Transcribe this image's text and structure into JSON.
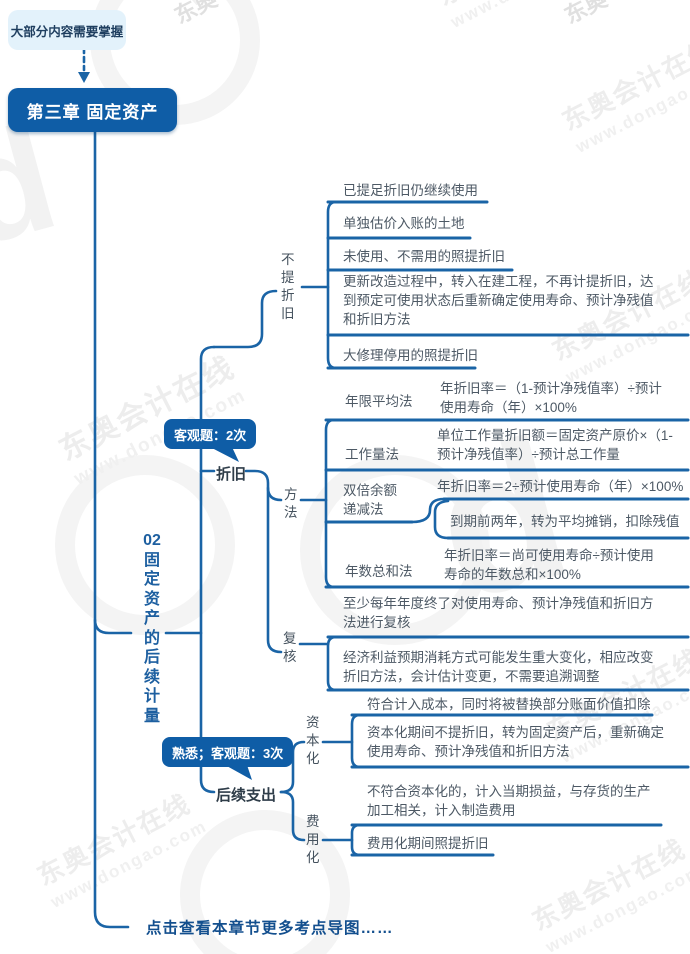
{
  "top_note": "大部分内容需要掌握",
  "chapter_title": "第三章 固定资产",
  "root_label": "02固定资产的后续计量",
  "footer_link": "点击查看本章节更多考点导图……",
  "watermark": {
    "brand": "东奥会计在线",
    "url": "www.dongao.com",
    "logo_letter": "d",
    "edge_fragment": "东奥"
  },
  "badges": {
    "depreciation": "客观题：2次",
    "subsequent": "熟悉；客观题：3次"
  },
  "no_dep": {
    "label": "不提折旧",
    "items": [
      "已提足折旧仍继续使用",
      "单独估价入账的土地",
      "未使用、不需用的照提折旧",
      "更新改造过程中，转入在建工程，不再计提折旧，达到预定可使用状态后重新确定使用寿命、预计净残值和折旧方法",
      "大修理停用的照提折旧"
    ]
  },
  "dep": {
    "label": "折旧",
    "method": {
      "label": "方法",
      "items": [
        {
          "name": "年限平均法",
          "formula": "年折旧率＝（1-预计净残值率）÷预计使用寿命（年）×100%"
        },
        {
          "name": "工作量法",
          "formula": "单位工作量折旧额＝固定资产原价×（1-预计净残值率）÷预计总工作量"
        },
        {
          "name": "双倍余额递减法",
          "formula": "年折旧率＝2÷预计使用寿命（年）×100%",
          "note": "到期前两年，转为平均摊销，扣除残值"
        },
        {
          "name": "年数总和法",
          "formula": "年折旧率＝尚可使用寿命÷预计使用寿命的年数总和×100%"
        }
      ]
    },
    "review": {
      "label": "复核",
      "items": [
        "至少每年年度终了对使用寿命、预计净残值和折旧方法进行复核",
        "经济利益预期消耗方式可能发生重大变化，相应改变折旧方法，会计估计变更，不需要追溯调整"
      ]
    }
  },
  "subsequent": {
    "label": "后续支出",
    "capitalized": {
      "label": "资本化",
      "items": [
        "符合计入成本，同时将被替换部分账面价值扣除",
        "资本化期间不提折旧，转为固定资产后，重新确定使用寿命、预计净残值和折旧方法"
      ]
    },
    "expensed": {
      "label": "费用化",
      "items": [
        "不符合资本化的，计入当期损益，与存货的生产加工相关，计入制造费用",
        "费用化期间照提折旧"
      ]
    }
  },
  "colors": {
    "primary_blue": "#0f5da6",
    "line_blue": "#1a64a6",
    "note_bg": "#e3f2fb",
    "text_dark": "#4d5965"
  }
}
